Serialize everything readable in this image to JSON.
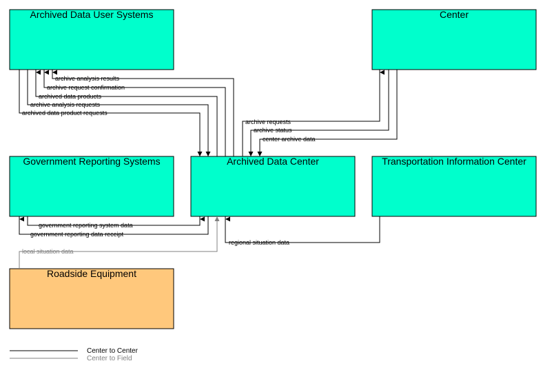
{
  "colors": {
    "center_fill": "#00FFCC",
    "field_fill": "#FFC87C",
    "center_to_center": "#000000",
    "center_to_field": "#808080"
  },
  "nodes": {
    "archived_data_user_systems": "Archived Data User Systems",
    "center": "Center",
    "government_reporting_systems": "Government Reporting Systems",
    "archived_data_center": "Archived Data Center",
    "transportation_information_center": "Transportation Information Center",
    "roadside_equipment": "Roadside Equipment"
  },
  "flows": {
    "archive_analysis_results": "archive analysis results",
    "archive_request_confirmation": "archive request confirmation",
    "archived_data_products": "archived data products",
    "archive_analysis_requests": "archive analysis requests",
    "archived_data_product_requests": "archived data product requests",
    "archive_requests": "archive requests",
    "archive_status": "archive status",
    "center_archive_data": "center archive data",
    "government_reporting_system_data": "government reporting system data",
    "government_reporting_data_receipt": "government reporting data receipt",
    "regional_situation_data": "regional situation data",
    "local_situation_data": "local situation data"
  },
  "legend": {
    "center_to_center": "Center to Center",
    "center_to_field": "Center to Field"
  }
}
